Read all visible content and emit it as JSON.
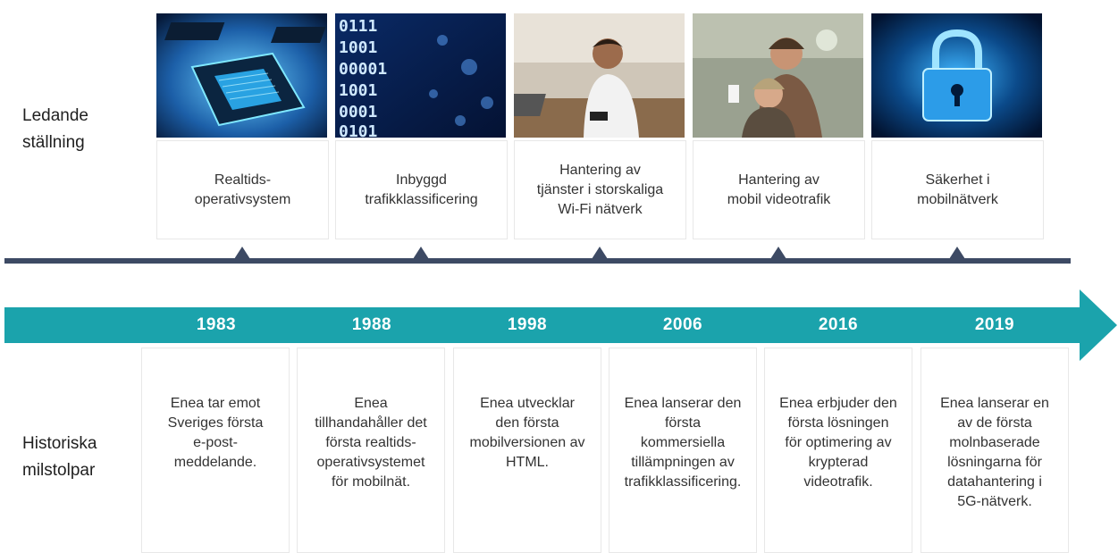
{
  "labels": {
    "leading": "Ledande\nställning",
    "historic": "Historiska\nmilstolpar"
  },
  "leading_items": [
    {
      "text": "Realtids-\noperativsystem",
      "image": "cpu-chip-image"
    },
    {
      "text": "Inbyggd\ntrafikklassificering",
      "image": "binary-code-image"
    },
    {
      "text": "Hantering av\ntjänster i storskaliga\nWi-Fi nätverk",
      "image": "man-with-phone-image"
    },
    {
      "text": "Hantering av\nmobil videotrafik",
      "image": "people-with-phone-image"
    },
    {
      "text": "Säkerhet i\nmobilnätverk",
      "image": "padlock-image"
    }
  ],
  "milestones": [
    {
      "year": "1983",
      "text": "Enea tar emot\nSveriges första\ne-post-\nmeddelande."
    },
    {
      "year": "1988",
      "text": "Enea\ntillhandahåller det\nförsta realtids-\noperativsystemet\nför mobilnät."
    },
    {
      "year": "1998",
      "text": "Enea utvecklar\nden första\nmobilversionen av\nHTML."
    },
    {
      "year": "2006",
      "text": "Enea lanserar den\nförsta\nkommersiella\ntillämpningen av\ntrafikklassificering."
    },
    {
      "year": "2016",
      "text": "Enea erbjuder den\nförsta lösningen\nför optimering av\nkrypterad\nvideotrafik."
    },
    {
      "year": "2019",
      "text": "Enea lanserar en\nav de första\nmolnbaserade\nlösningarna för\ndatahantering i\n5G-nätverk."
    }
  ],
  "colors": {
    "timeline": "#3d4a64",
    "arrow": "#1ba3ac"
  }
}
